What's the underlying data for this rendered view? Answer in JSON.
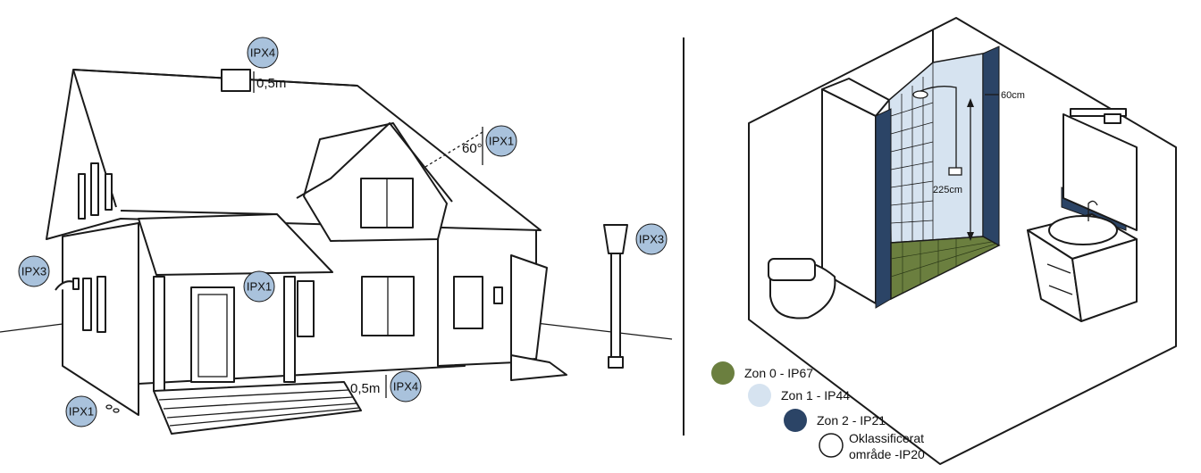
{
  "house": {
    "labels": {
      "chimney_zone": "IPX4",
      "chimney_height": "0,5m",
      "wall_light_zone": "IPX1",
      "wall_light_angle": "60°",
      "lamp_post_zone": "IPX3",
      "side_light_zone": "IPX3",
      "porch_zone": "IPX1",
      "ground_zone": "IPX1",
      "ground_height": "0,5m",
      "ground_socket_zone": "IPX4"
    }
  },
  "bathroom": {
    "labels": {
      "shower_width": "60cm",
      "shower_height": "225cm"
    },
    "colors": {
      "zone0": "#6b7f3f",
      "zone1": "#d6e3f0",
      "zone2": "#2b4466",
      "unclassified": "#ffffff"
    }
  },
  "legend": {
    "items": [
      {
        "label": "Zon 0 - IP67"
      },
      {
        "label": "Zon 1 - IP44"
      },
      {
        "label": "Zon 2 - IP21"
      },
      {
        "label_line1": "Oklassificerat",
        "label_line2": "område -IP20"
      }
    ]
  }
}
